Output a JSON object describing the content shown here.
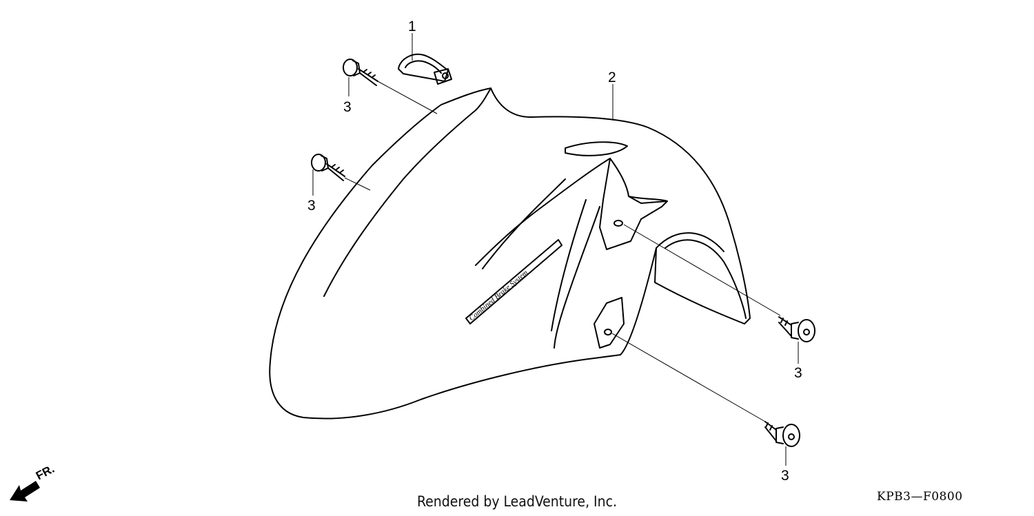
{
  "callouts": {
    "part_1": "1",
    "part_2": "2",
    "bolt_top_left": "3",
    "bolt_mid_left": "3",
    "bolt_right_upper": "3",
    "bolt_right_lower": "3"
  },
  "decal_text": "Combined Brake System",
  "direction_label": "FR.",
  "footer": {
    "credit": "Rendered by LeadVenture, Inc.",
    "diagram_code": "KPB3—F0800"
  },
  "icons": {
    "direction": "arrow-down-left-icon"
  },
  "colors": {
    "line": "#000000",
    "background": "#ffffff"
  }
}
